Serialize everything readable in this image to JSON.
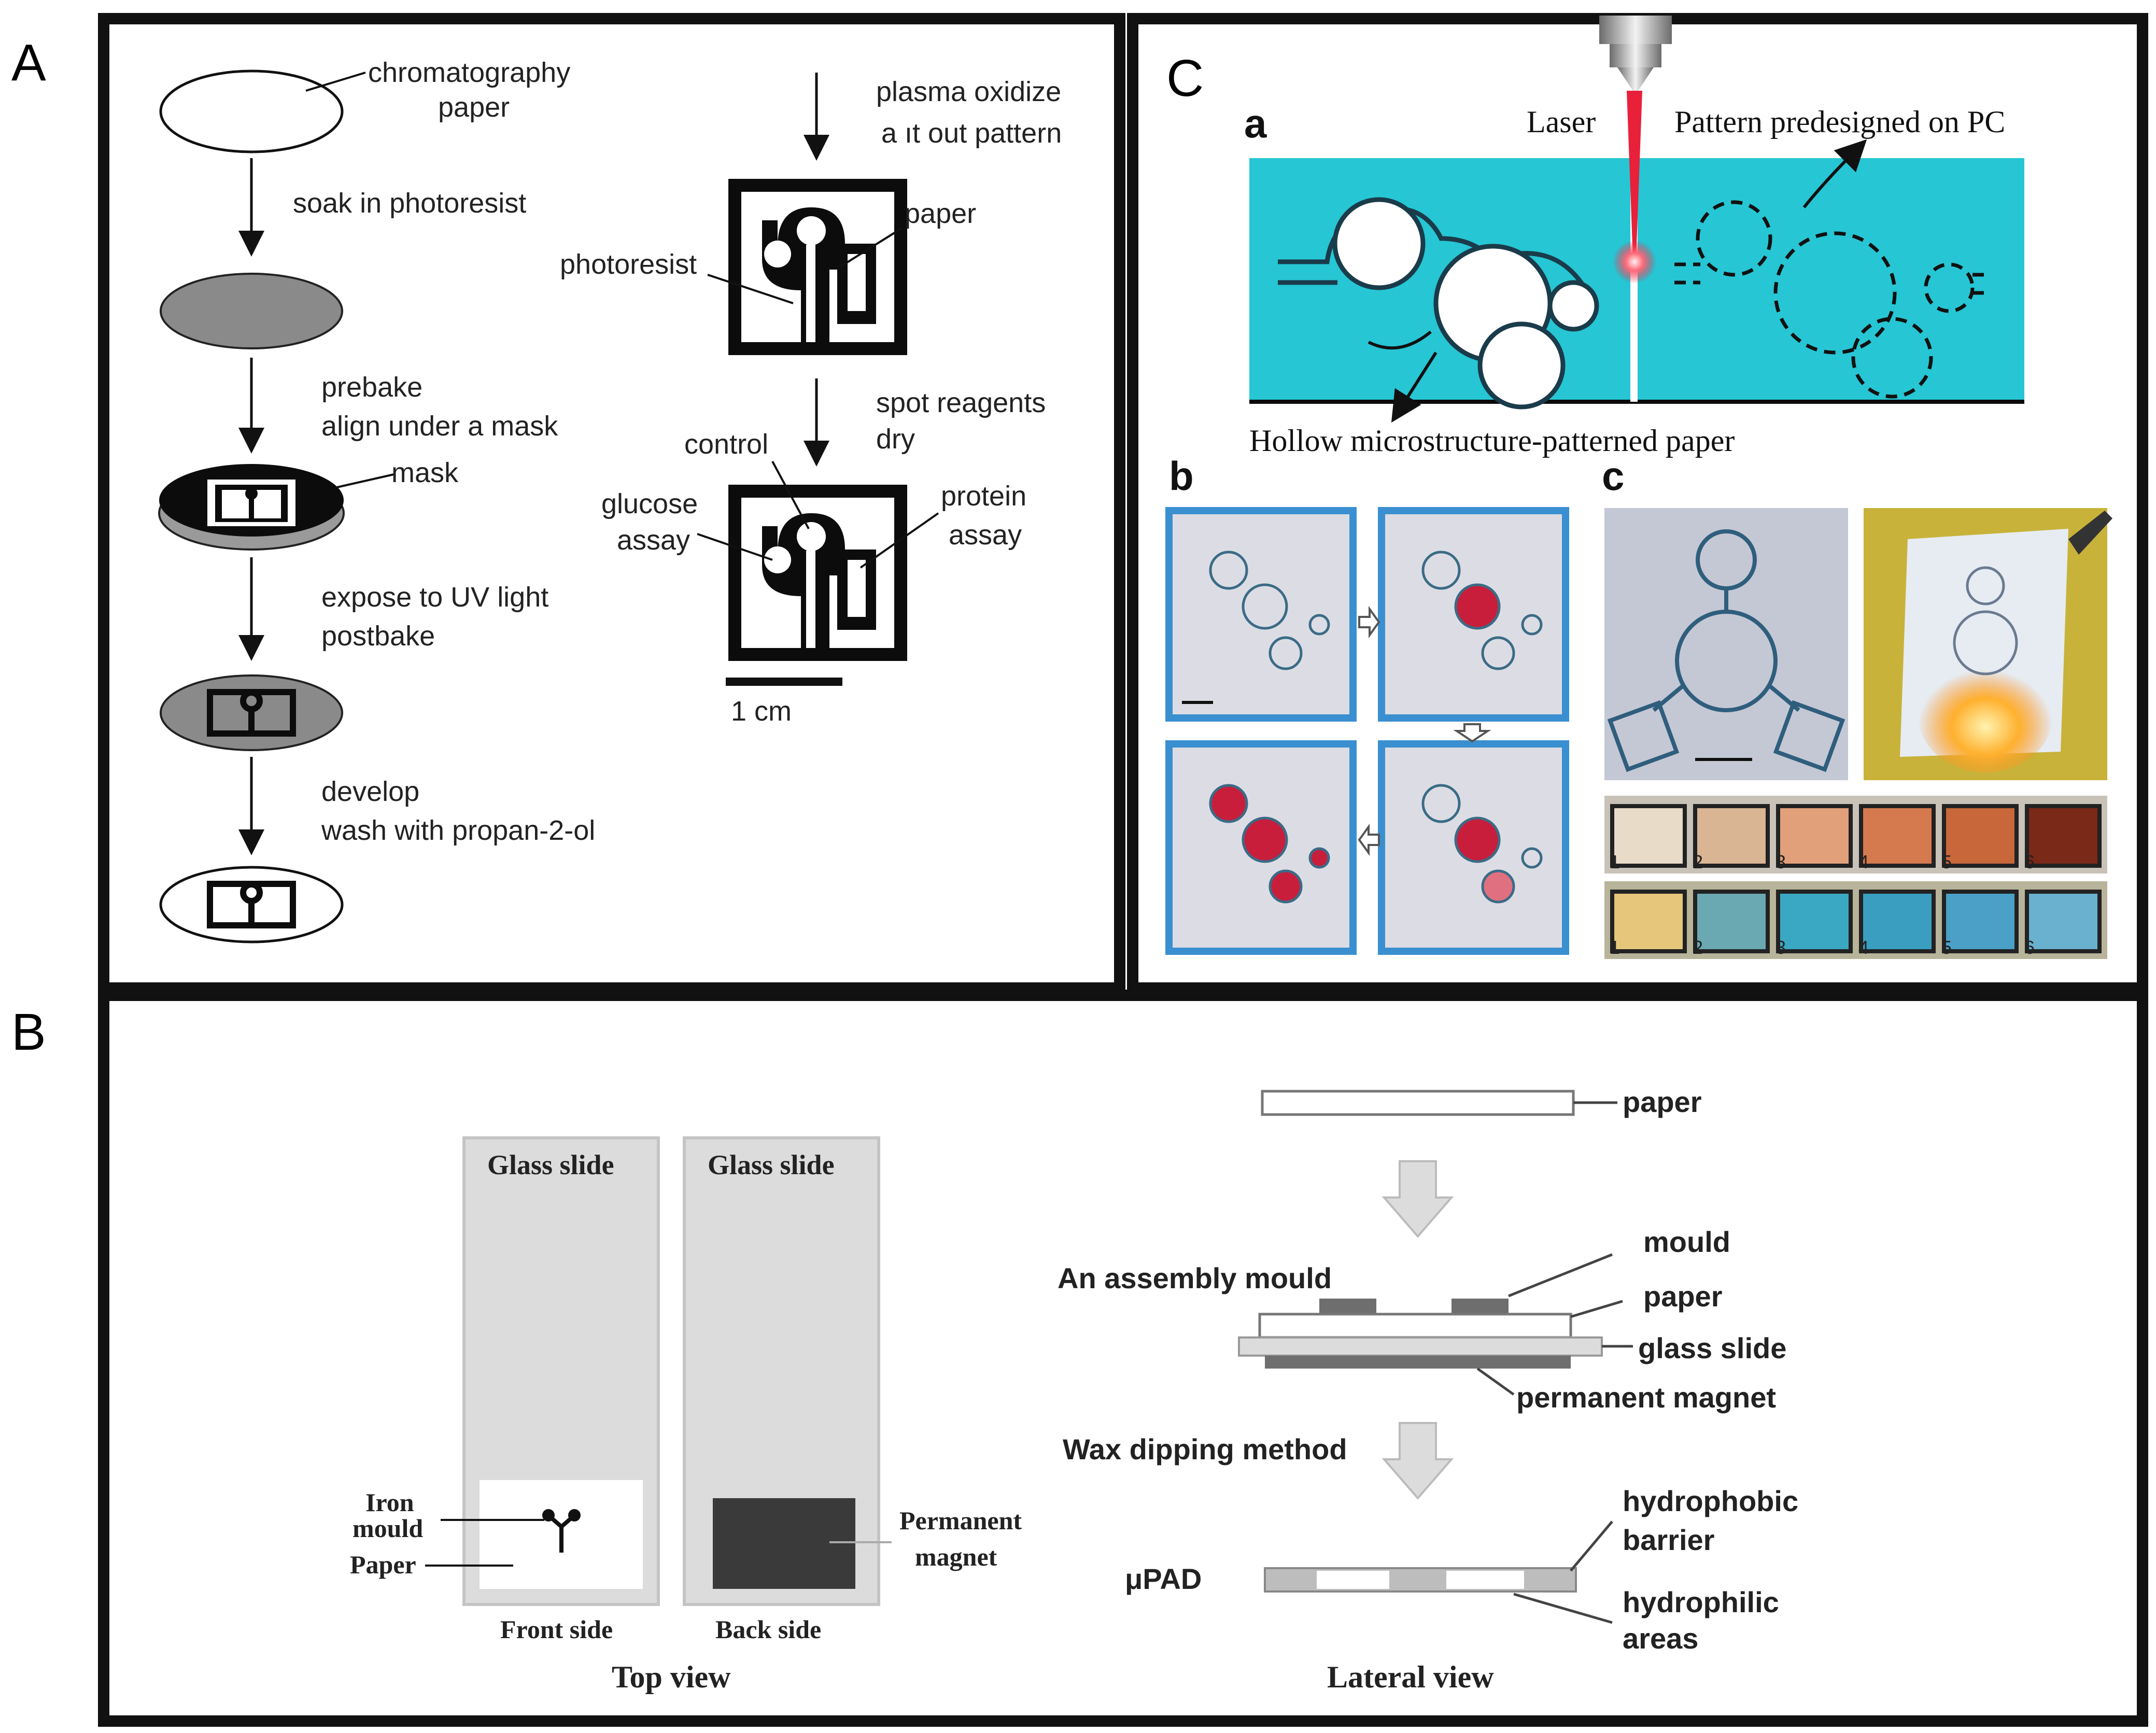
{
  "panel_labels": {
    "a": "A",
    "b": "B",
    "c": "C"
  },
  "panel_a": {
    "chromatography_paper": [
      "chromatography",
      "paper"
    ],
    "soak": "soak in photoresist",
    "prebake": [
      "prebake",
      " align under a mask"
    ],
    "mask": "mask",
    "expose": [
      "expose to UV light",
      " postbake"
    ],
    "develop": [
      "develop",
      " wash with propan-2-ol"
    ],
    "plasma": [
      "plasma oxidize",
      "a  ıt out pattern"
    ],
    "paper": "paper",
    "photoresist": "photoresist",
    "spot": [
      "spot reagents",
      " dry"
    ],
    "control": "control",
    "glucose": [
      "glucose",
      "assay"
    ],
    "protein": [
      "protein",
      "assay"
    ],
    "scale": "1 cm"
  },
  "panel_c": {
    "sub_a": "a",
    "sub_b": "b",
    "sub_c": "c",
    "laser": "Laser",
    "pattern": "Pattern predesigned on PC",
    "hollow": "Hollow microstructure-patterned paper",
    "strip_numbers": [
      "1",
      "2",
      "3",
      "4",
      "5",
      "6"
    ]
  },
  "panel_b": {
    "glass_slide_front": "Glass slide",
    "glass_slide_back": "Glass slide",
    "iron_mould": [
      "Iron",
      "mould"
    ],
    "paper_label": "Paper",
    "permanent_magnet": [
      "Permanent",
      "magnet"
    ],
    "front_side": "Front side",
    "back_side": "Back side",
    "top_view": "Top view",
    "lateral_view": "Lateral view",
    "paper_top": "paper",
    "mould": "mould",
    "assembly_mould": "An assembly mould",
    "paper_mid": "paper",
    "glass_slide_lat": "glass slide",
    "perm_magnet_lat": "permanent magnet",
    "wax": "Wax dipping method",
    "upad": "μPAD",
    "hydrophobic": [
      "hydrophobic",
      "barrier"
    ],
    "hydrophilic": [
      "hydrophilic",
      "areas"
    ]
  },
  "colors": {
    "frame": "#111111",
    "cyan": "#26c6d4",
    "laser_red": "#e8203a",
    "blue_border": "#3a8fd0",
    "photo_red": "#c81e3c",
    "slide_gray": "#dcdcdc",
    "magnet": "#3a3a3a",
    "yellow_bg": "#c8b23a"
  }
}
